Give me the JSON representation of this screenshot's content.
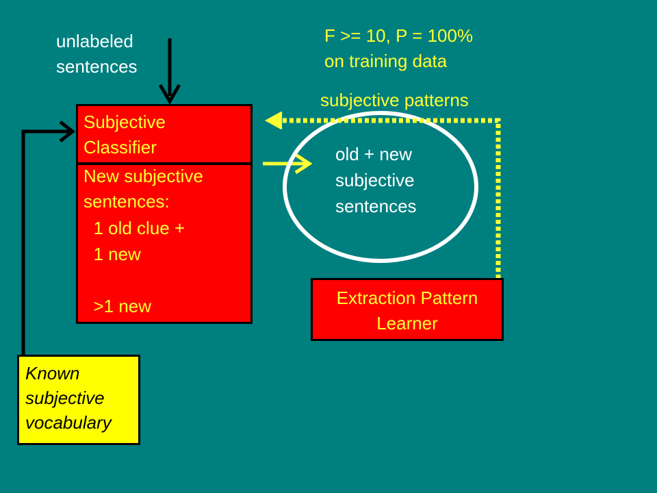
{
  "input_label": {
    "line1": "unlabeled",
    "line2": "sentences"
  },
  "threshold": {
    "line1": "F >= 10, P = 100%",
    "line2": "on training data"
  },
  "patterns_label": "subjective patterns",
  "classifier": {
    "title_line1": "Subjective",
    "title_line2": "Classifier",
    "body_line1": "New subjective",
    "body_line2": "sentences:",
    "body_line3": "  1 old clue +",
    "body_line4": "  1 new",
    "body_line5": "  >1 new"
  },
  "sentences_pool": {
    "line1": "old + new",
    "line2": "subjective",
    "line3": "sentences"
  },
  "learner": {
    "line1": "Extraction Pattern",
    "line2": "Learner"
  },
  "vocabulary": {
    "line1": "Known",
    "line2": "subjective",
    "line3": "vocabulary"
  },
  "colors": {
    "background": "#007f7f",
    "red_box": "#ff0000",
    "yellow_box": "#ffff00",
    "yellow_text": "#ffff33"
  }
}
